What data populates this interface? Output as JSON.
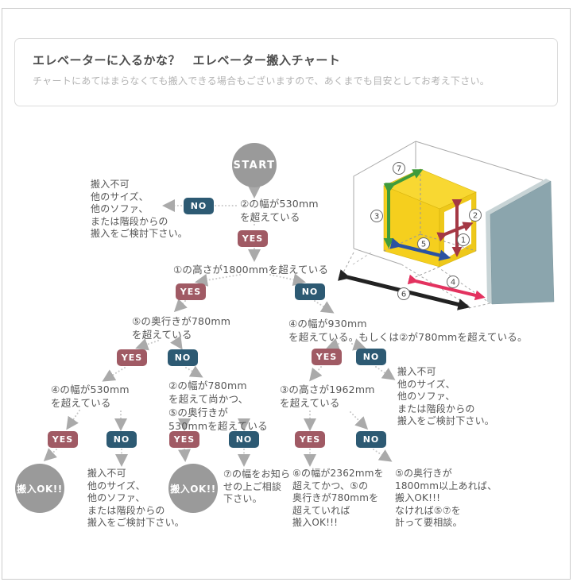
{
  "header": {
    "title": "エレベーターに入るかな？　エレベーター搬入チャート",
    "subtitle": "チャートにあてはまらなくても搬入できる場合もございますので、あくまでも目安としてお考え下さい。"
  },
  "labels": {
    "start": "START",
    "yes": "YES",
    "no": "NO",
    "ok": "搬入OK!!"
  },
  "questions": {
    "q1": "②の幅が530mm\nを超えている",
    "q2": "①の高さが1800mmを超えている",
    "q3": "⑤の奥行きが780mm\nを超えている",
    "q4": "④の幅が930mm\nを超えている。もしくは②が780mmを超えている。",
    "q5": "④の幅が530mm\nを超えている",
    "q6": "②の幅が780mm\nを超えて尚かつ、\n⑤の奥行きが\n530mmを超えている",
    "q7": "③の高さが1962mm\nを超えている"
  },
  "results": {
    "no_entry": "搬入不可\n他のサイズ、\n他のソファ、\nまたは階段からの\n搬入をご検討下さい。",
    "consult_width7": "⑦の幅をお知ら\nせの上ご相談\n下さい。",
    "ok_cond6": "⑥の幅が2362mmを\n超えてかつ、⑤の\n奥行きが780mmを\n超えていれば\n搬入OK!!!",
    "ok_cond5": "⑤の奥行きが\n1800mm以上あれば、\n搬入OK!!!\nなければ⑤⑦を\n計って要相談。"
  },
  "diagram": {
    "dims": [
      "1",
      "2",
      "3",
      "4",
      "5",
      "6",
      "7"
    ]
  },
  "colors": {
    "yes_badge": "#a05a64",
    "no_badge": "#2d5a73",
    "gray_node": "#9a9a9a",
    "cab_yellow": "#f5cf1e",
    "arrow_green": "#3f9b3c",
    "arrow_blue": "#2a52a2",
    "arrow_dark_red": "#a43844",
    "arrow_pink": "#e3325f",
    "arrow_black": "#222222",
    "wall_blue_gray": "#8ba5ad"
  }
}
